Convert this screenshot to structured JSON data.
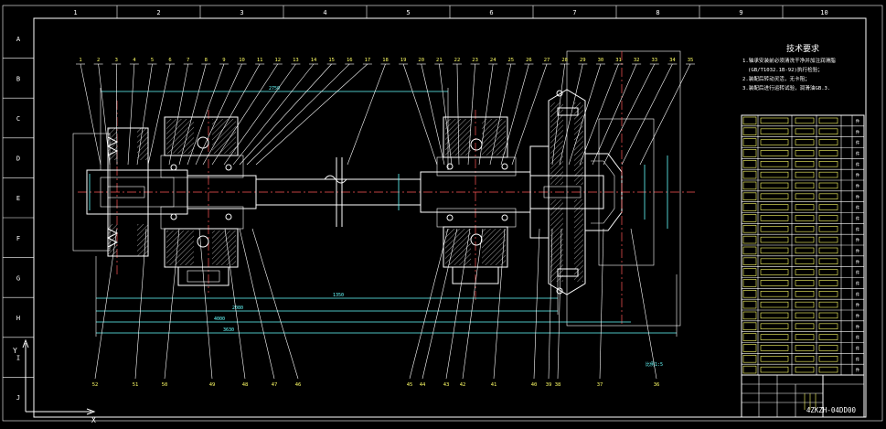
{
  "sheet": {
    "grid_top": [
      "1",
      "2",
      "3",
      "4",
      "5",
      "6",
      "7",
      "8",
      "9",
      "10"
    ],
    "grid_left": [
      "A",
      "B",
      "C",
      "D",
      "E",
      "F",
      "G",
      "H",
      "I",
      "J"
    ],
    "drawing_number": "4ZKZH-04DD00"
  },
  "callouts_top": [
    "1",
    "2",
    "3",
    "4",
    "5",
    "6",
    "7",
    "8",
    "9",
    "10",
    "11",
    "12",
    "13",
    "14",
    "15",
    "16",
    "17",
    "18",
    "19",
    "20",
    "21",
    "22",
    "23",
    "24",
    "25",
    "26",
    "27",
    "28",
    "29",
    "30",
    "31",
    "32",
    "33",
    "34",
    "35"
  ],
  "callouts_bottom": [
    "52",
    "51",
    "50",
    "49",
    "48",
    "47",
    "46",
    "45",
    "44",
    "43",
    "42",
    "41",
    "40",
    "39",
    "38",
    "37",
    "36"
  ],
  "dimensions": {
    "top": "2750",
    "bottom_1": "1350",
    "bottom_2": "2080",
    "bottom_3": "4000",
    "bottom_4": "3630",
    "note_right": "比例1:5"
  },
  "tech_requirements": {
    "title": "技术要求",
    "items": [
      "1.轴承安装前必须清洗干净并加注润滑脂",
      "(GB/T1032.1B-92)执行检验；",
      "2.装配后转动灵活，无卡阻；",
      "3.装配后进行运转试验，润滑油GB.3."
    ]
  },
  "bom": {
    "rows": 24,
    "row_label": "件"
  },
  "colors": {
    "line": "#ffffff",
    "text_accent": "#ffff66",
    "center": "#ff5555",
    "dimension": "#66ffff"
  }
}
